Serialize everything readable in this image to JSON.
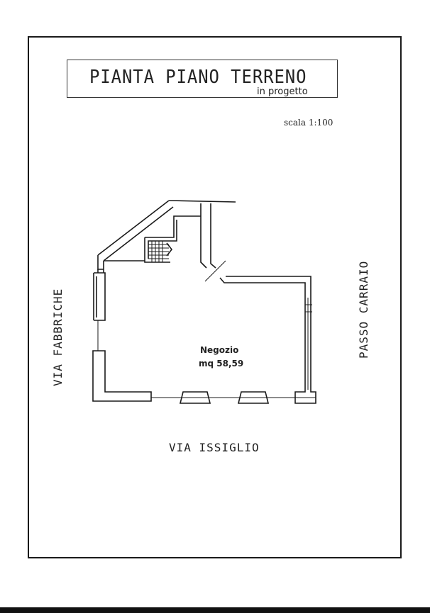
{
  "drawing": {
    "title": "PIANTA PIANO TERRENO",
    "subtitle": "in progetto",
    "scale": "scala 1:100"
  },
  "streets": {
    "bottom": "VIA ISSIGLIO",
    "left": "VIA FABBRICHE",
    "right": "PASSO CARRAIO"
  },
  "room": {
    "name": "Negozio",
    "area": "mq 58,59"
  },
  "colors": {
    "line": "#1a1a1a",
    "background": "#ffffff"
  }
}
